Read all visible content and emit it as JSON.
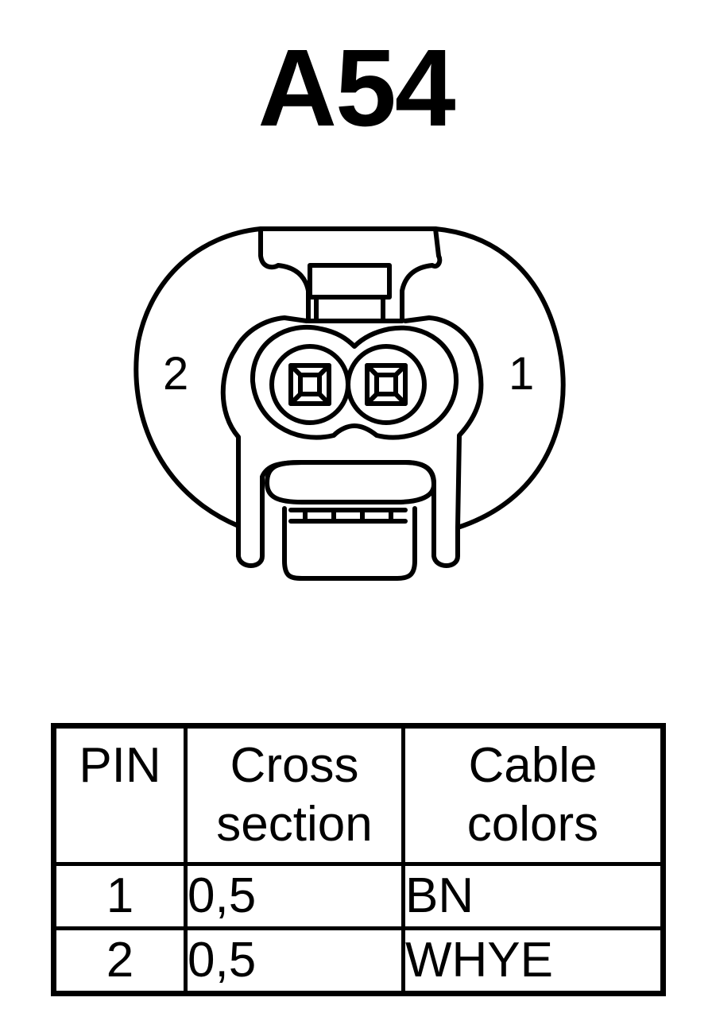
{
  "connector": {
    "id": "A54",
    "pin_labels": {
      "left": "2",
      "right": "1"
    }
  },
  "table": {
    "headers": {
      "pin": "PIN",
      "cross_section": "Cross\nsection",
      "cable_colors": "Cable\ncolors"
    },
    "rows": [
      {
        "pin": "1",
        "cross_section": "0,5",
        "color": "BN"
      },
      {
        "pin": "2",
        "cross_section": "0,5",
        "color": "WHYE"
      }
    ]
  }
}
